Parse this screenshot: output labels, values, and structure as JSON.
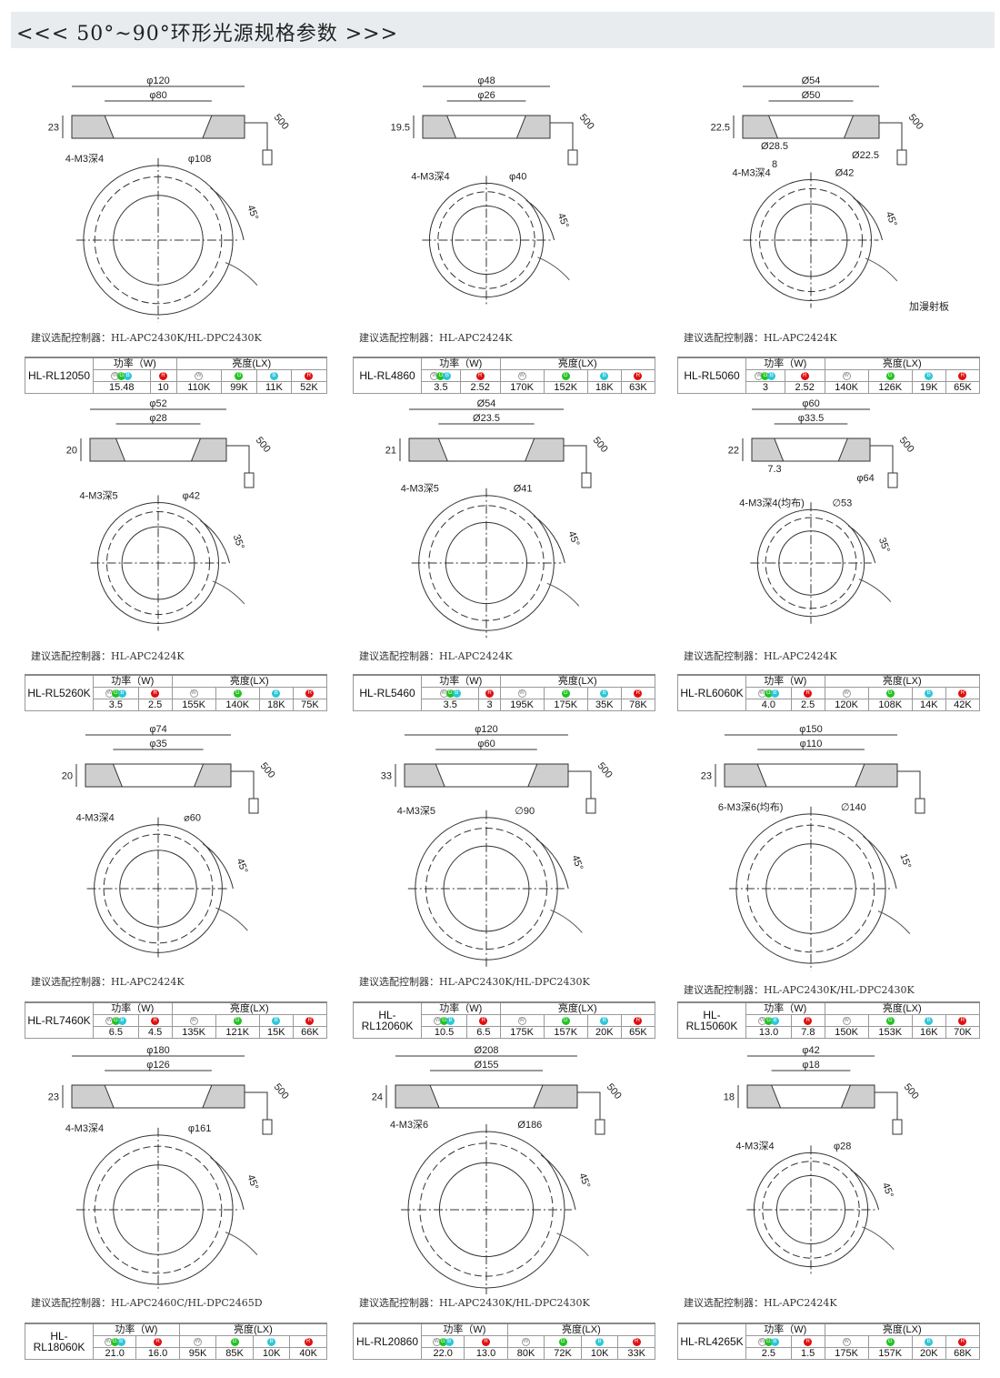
{
  "title": "<<<  50°~90°环形光源规格参数  >>>",
  "labels": {
    "power": "功率（W)",
    "lux": "亮度(LX)",
    "controller_prefix": "建议选配控制器：",
    "w": "W",
    "g": "G",
    "b": "B",
    "r": "R"
  },
  "colors": {
    "w": "#ffffff",
    "g": "#22c322",
    "b": "#2cc7d6",
    "r": "#e01010"
  },
  "products": [
    {
      "model": "HL-RL12050",
      "controller": "HL-APC2430K/HL-DPC2430K",
      "power": [
        "15.48",
        "10"
      ],
      "lux": [
        "110K",
        "99K",
        "11K",
        "52K"
      ],
      "dims": {
        "outer": "φ120",
        "inner": "φ80",
        "height": "23",
        "cable": "500",
        "hole": "4-M3深4",
        "pcd": "φ108",
        "angle": "45°"
      },
      "extra": []
    },
    {
      "model": "HL-RL4860",
      "controller": "HL-APC2424K",
      "power": [
        "3.5",
        "2.52"
      ],
      "lux": [
        "170K",
        "152K",
        "18K",
        "63K"
      ],
      "dims": {
        "outer": "φ48",
        "inner": "φ26",
        "height": "19.5",
        "cable": "500",
        "hole": "4-M3深4",
        "pcd": "φ40",
        "angle": "45°"
      },
      "extra": []
    },
    {
      "model": "HL-RL5060",
      "controller": "HL-APC2424K",
      "power": [
        "3",
        "2.52"
      ],
      "lux": [
        "140K",
        "126K",
        "19K",
        "65K"
      ],
      "dims": {
        "outer": "Ø54",
        "inner": "Ø50",
        "height": "22.5",
        "cable": "500",
        "hole": "4-M3深4",
        "pcd": "Ø42",
        "angle": "45°"
      },
      "extra": [
        "Ø28.5",
        "Ø22.5",
        "8",
        "加漫射板"
      ]
    },
    {
      "model": "HL-RL5260K",
      "controller": "HL-APC2424K",
      "power": [
        "3.5",
        "2.5"
      ],
      "lux": [
        "155K",
        "140K",
        "18K",
        "75K"
      ],
      "dims": {
        "outer": "φ52",
        "inner": "φ28",
        "height": "20",
        "cable": "500",
        "hole": "4-M3深5",
        "pcd": "φ42",
        "angle": "35°"
      },
      "extra": []
    },
    {
      "model": "HL-RL5460",
      "controller": "HL-APC2424K",
      "power": [
        "3.5",
        "3"
      ],
      "lux": [
        "195K",
        "175K",
        "35K",
        "78K"
      ],
      "dims": {
        "outer": "Ø54",
        "inner": "Ø23.5",
        "height": "21",
        "cable": "500",
        "hole": "4-M3深5",
        "pcd": "Ø41",
        "angle": "45°"
      },
      "extra": []
    },
    {
      "model": "HL-RL6060K",
      "controller": "HL-APC2424K",
      "power": [
        "4.0",
        "2.5"
      ],
      "lux": [
        "120K",
        "108K",
        "14K",
        "42K"
      ],
      "dims": {
        "outer": "φ60",
        "inner": "φ33.5",
        "height": "22",
        "cable": "500",
        "hole": "4-M3深4(均布)",
        "pcd": "∅53",
        "angle": "35°"
      },
      "extra": [
        "7.3",
        "φ64"
      ]
    },
    {
      "model": "HL-RL7460K",
      "controller": "HL-APC2424K",
      "power": [
        "6.5",
        "4.5"
      ],
      "lux": [
        "135K",
        "121K",
        "15K",
        "66K"
      ],
      "dims": {
        "outer": "φ74",
        "inner": "φ35",
        "height": "20",
        "cable": "500",
        "hole": "4-M3深4",
        "pcd": "⌀60",
        "angle": "45°"
      },
      "extra": []
    },
    {
      "model": "HL-RL12060K",
      "controller": "HL-APC2430K/HL-DPC2430K",
      "power": [
        "10.5",
        "6.5"
      ],
      "lux": [
        "175K",
        "157K",
        "20K",
        "65K"
      ],
      "dims": {
        "outer": "φ120",
        "inner": "φ60",
        "height": "33",
        "cable": "500",
        "hole": "4-M3深5",
        "pcd": "∅90",
        "angle": "45°"
      },
      "extra": []
    },
    {
      "model": "HL-RL15060K",
      "controller": "HL-APC2430K/HL-DPC2430K",
      "power": [
        "13.0",
        "7.8"
      ],
      "lux": [
        "150K",
        "153K",
        "16K",
        "70K"
      ],
      "dims": {
        "outer": "φ150",
        "inner": "φ110",
        "height": "23",
        "cable": "",
        "hole": "6-M3深6(均布)",
        "pcd": "∅140",
        "angle": "15°"
      },
      "extra": []
    },
    {
      "model": "HL-RL18060K",
      "controller": "HL-APC2460C/HL-DPC2465D",
      "power": [
        "21.0",
        "16.0"
      ],
      "lux": [
        "95K",
        "85K",
        "10K",
        "40K"
      ],
      "dims": {
        "outer": "φ180",
        "inner": "φ126",
        "height": "23",
        "cable": "500",
        "hole": "4-M3深4",
        "pcd": "φ161",
        "angle": "45°"
      },
      "extra": []
    },
    {
      "model": "HL-RL20860",
      "controller": "HL-APC2430K/HL-DPC2430K",
      "power": [
        "22.0",
        "13.0"
      ],
      "lux": [
        "80K",
        "72K",
        "10K",
        "33K"
      ],
      "dims": {
        "outer": "Ø208",
        "inner": "Ø155",
        "height": "24",
        "cable": "500",
        "hole": "4-M3深6",
        "pcd": "Ø186",
        "angle": "45°"
      },
      "extra": []
    },
    {
      "model": "HL-RL4265K",
      "controller": "HL-APC2424K",
      "power": [
        "2.5",
        "1.5"
      ],
      "lux": [
        "175K",
        "157K",
        "20K",
        "68K"
      ],
      "dims": {
        "outer": "φ42",
        "inner": "φ18",
        "height": "18",
        "cable": "500",
        "hole": "4-M3深4",
        "pcd": "φ28",
        "angle": "45°"
      },
      "extra": []
    }
  ]
}
